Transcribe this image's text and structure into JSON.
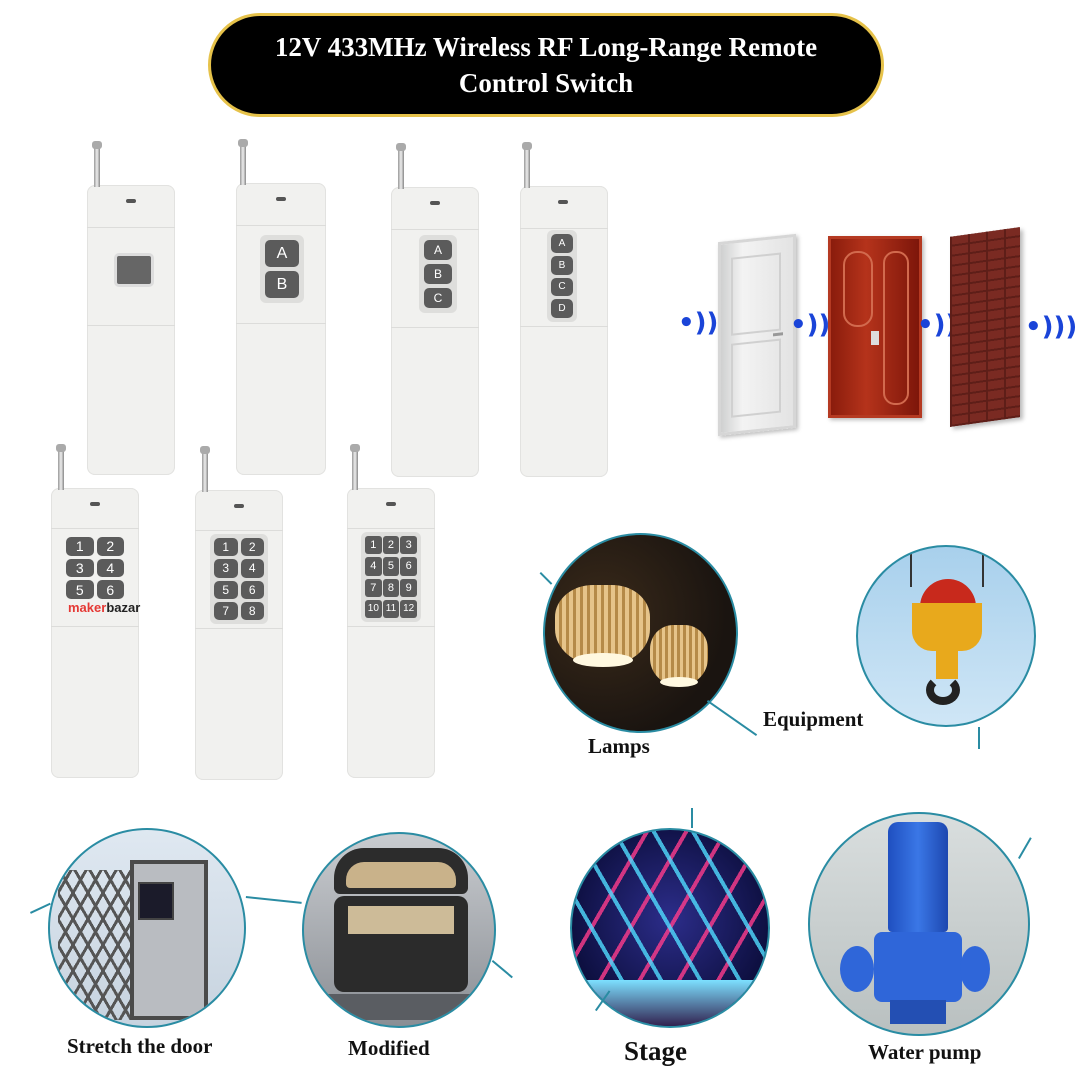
{
  "header": {
    "title_line1": "12V 433MHz Wireless RF Long-Range Remote",
    "title_line2": "Control Switch",
    "pill_color": "#000000",
    "border_color": "#e6c24a"
  },
  "remotes": {
    "r1": {
      "buttons": []
    },
    "r2": {
      "buttons": [
        "A",
        "B"
      ]
    },
    "r3": {
      "buttons": [
        "A",
        "B",
        "C"
      ]
    },
    "r4": {
      "buttons": [
        "A",
        "B",
        "C",
        "D"
      ]
    },
    "r5": {
      "buttons": [
        "1",
        "2",
        "3",
        "4",
        "5",
        "6"
      ]
    },
    "r6": {
      "buttons": [
        "1",
        "2",
        "3",
        "4",
        "5",
        "6",
        "7",
        "8"
      ]
    },
    "r7": {
      "buttons": [
        "1",
        "2",
        "3",
        "4",
        "5",
        "6",
        "7",
        "8",
        "9",
        "10",
        "11",
        "12"
      ]
    }
  },
  "brand": {
    "part1": "maker",
    "part2": "bazar"
  },
  "signal": {
    "glyph": "•)))",
    "color": "#1a44d8"
  },
  "applications": {
    "lamps": "Lamps",
    "equipment": "Equipment",
    "stretch_door": "Stretch the door",
    "modified": "Modified",
    "stage": "Stage",
    "water_pump": "Water pump"
  }
}
